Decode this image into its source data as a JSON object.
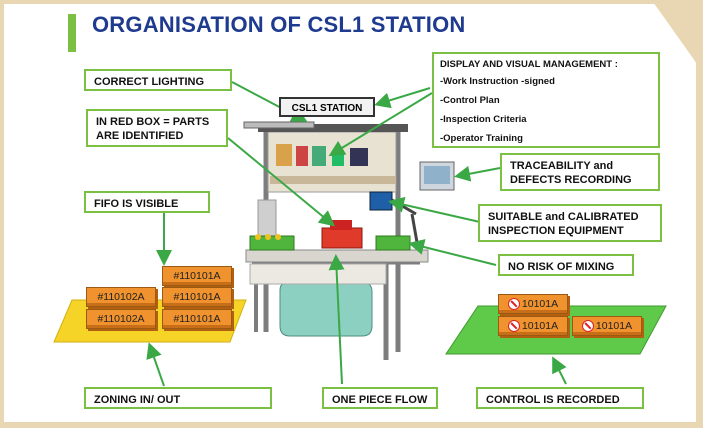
{
  "title": "ORGANISATION OF CSL1 STATION",
  "colors": {
    "title": "#1f3b8f",
    "accent_green": "#7bc043",
    "arrow_green": "#3aa845",
    "box_orange": "#f0922e",
    "zone_yellow": "#f5d327",
    "zone_green": "#5fc94a"
  },
  "station_label": "CSL1 STATION",
  "callouts": {
    "correct_lighting": "CORRECT LIGHTING",
    "red_box": "IN RED BOX = PARTS ARE IDENTIFIED",
    "fifo": "FIFO IS VISIBLE",
    "display": {
      "heading": "DISPLAY AND VISUAL MANAGEMENT :",
      "items": [
        "-Work Instruction -signed",
        "-Control Plan",
        "-Inspection Criteria",
        "-Operator Training"
      ]
    },
    "traceability": "TRACEABILITY and DEFECTS RECORDING",
    "inspection": "SUITABLE and CALIBRATED INSPECTION EQUIPMENT",
    "no_mixing": "NO RISK OF MIXING",
    "zoning": "ZONING IN/ OUT",
    "one_piece": "ONE PIECE FLOW",
    "control": "CONTROL IS RECORDED"
  },
  "left_boxes": {
    "row_top": [
      "#110101A"
    ],
    "row_mid": [
      "#110102A",
      "#110101A"
    ],
    "row_bot": [
      "#110102A",
      "#110101A"
    ]
  },
  "right_boxes": {
    "row_top": [
      "10101A"
    ],
    "row_bot": [
      "10101A",
      "10101A"
    ]
  },
  "icons": [
    "lamp-icon",
    "monitor-icon",
    "camera-icon",
    "bin-icon",
    "no-entry-icon"
  ]
}
